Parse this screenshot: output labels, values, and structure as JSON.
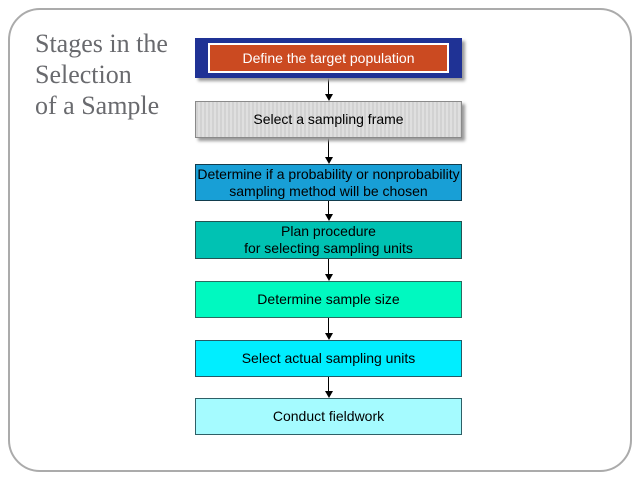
{
  "slide": {
    "title": {
      "lines": [
        "Stages in the",
        "Selection",
        "of a Sample"
      ]
    }
  },
  "flowchart": {
    "steps": [
      {
        "id": "define-target-population",
        "lines": [
          "Define the target population"
        ],
        "bg": "#1f3295",
        "inner_bg": "#cb4a21",
        "text_color": "#ffffff"
      },
      {
        "id": "select-sampling-frame",
        "lines": [
          "Select a sampling frame"
        ],
        "bg": "#d9d9d9",
        "pattern": "vertical-hatch",
        "text_color": "#000000"
      },
      {
        "id": "probability-or-nonprobability",
        "lines": [
          "Determine if a probability or nonprobability",
          "sampling method will be chosen"
        ],
        "bg": "#189fd6",
        "text_color": "#000000"
      },
      {
        "id": "plan-procedure",
        "lines": [
          "Plan procedure",
          "for selecting sampling units"
        ],
        "bg": "#00c2b3",
        "text_color": "#000000"
      },
      {
        "id": "determine-sample-size",
        "lines": [
          "Determine sample size"
        ],
        "bg": "#00f9c0",
        "text_color": "#000000"
      },
      {
        "id": "select-actual-sampling-units",
        "lines": [
          "Select actual sampling units"
        ],
        "bg": "#00eeff",
        "text_color": "#000000"
      },
      {
        "id": "conduct-fieldwork",
        "lines": [
          "Conduct fieldwork"
        ],
        "bg": "#a5fbff",
        "text_color": "#000000"
      }
    ],
    "connector": "down-arrow"
  },
  "colors": {
    "frame_border": "#ababab",
    "title_text": "#696a6e",
    "arrow": "#000000",
    "shadow": "#9a9a9a"
  }
}
